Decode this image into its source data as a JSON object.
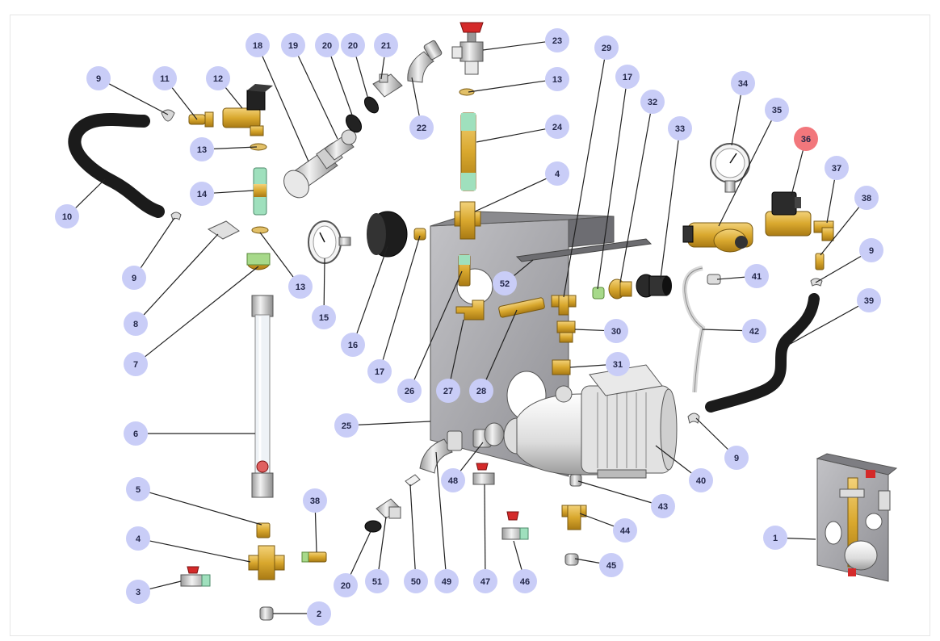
{
  "diagram": {
    "type": "exploded-parts-view",
    "colors": {
      "callout_fill": "#c9cdf7",
      "callout_highlight_fill": "#f2777c",
      "callout_text": "#24284a",
      "leader_line": "#222222",
      "brass": "#d9a82e",
      "hose": "#1b1b1b",
      "plate": "#a9a9ad",
      "green_tape": "#9fe0bd",
      "valve_red": "#d42a2a"
    },
    "highlighted_callout": "36",
    "callouts": [
      {
        "label": "1"
      },
      {
        "label": "2"
      },
      {
        "label": "3"
      },
      {
        "label": "4"
      },
      {
        "label": "4"
      },
      {
        "label": "5"
      },
      {
        "label": "6"
      },
      {
        "label": "7"
      },
      {
        "label": "8"
      },
      {
        "label": "9"
      },
      {
        "label": "9"
      },
      {
        "label": "9"
      },
      {
        "label": "9"
      },
      {
        "label": "10"
      },
      {
        "label": "11"
      },
      {
        "label": "12"
      },
      {
        "label": "13"
      },
      {
        "label": "13"
      },
      {
        "label": "13"
      },
      {
        "label": "14"
      },
      {
        "label": "15"
      },
      {
        "label": "16"
      },
      {
        "label": "17"
      },
      {
        "label": "17"
      },
      {
        "label": "18"
      },
      {
        "label": "19"
      },
      {
        "label": "20"
      },
      {
        "label": "20"
      },
      {
        "label": "20"
      },
      {
        "label": "21"
      },
      {
        "label": "22"
      },
      {
        "label": "23"
      },
      {
        "label": "24"
      },
      {
        "label": "25"
      },
      {
        "label": "26"
      },
      {
        "label": "27"
      },
      {
        "label": "28"
      },
      {
        "label": "29"
      },
      {
        "label": "30"
      },
      {
        "label": "31"
      },
      {
        "label": "32"
      },
      {
        "label": "33"
      },
      {
        "label": "34"
      },
      {
        "label": "35"
      },
      {
        "label": "36"
      },
      {
        "label": "37"
      },
      {
        "label": "38"
      },
      {
        "label": "38"
      },
      {
        "label": "39"
      },
      {
        "label": "40"
      },
      {
        "label": "41"
      },
      {
        "label": "42"
      },
      {
        "label": "43"
      },
      {
        "label": "44"
      },
      {
        "label": "45"
      },
      {
        "label": "46"
      },
      {
        "label": "47"
      },
      {
        "label": "48"
      },
      {
        "label": "49"
      },
      {
        "label": "50"
      },
      {
        "label": "51"
      },
      {
        "label": "52"
      }
    ]
  }
}
